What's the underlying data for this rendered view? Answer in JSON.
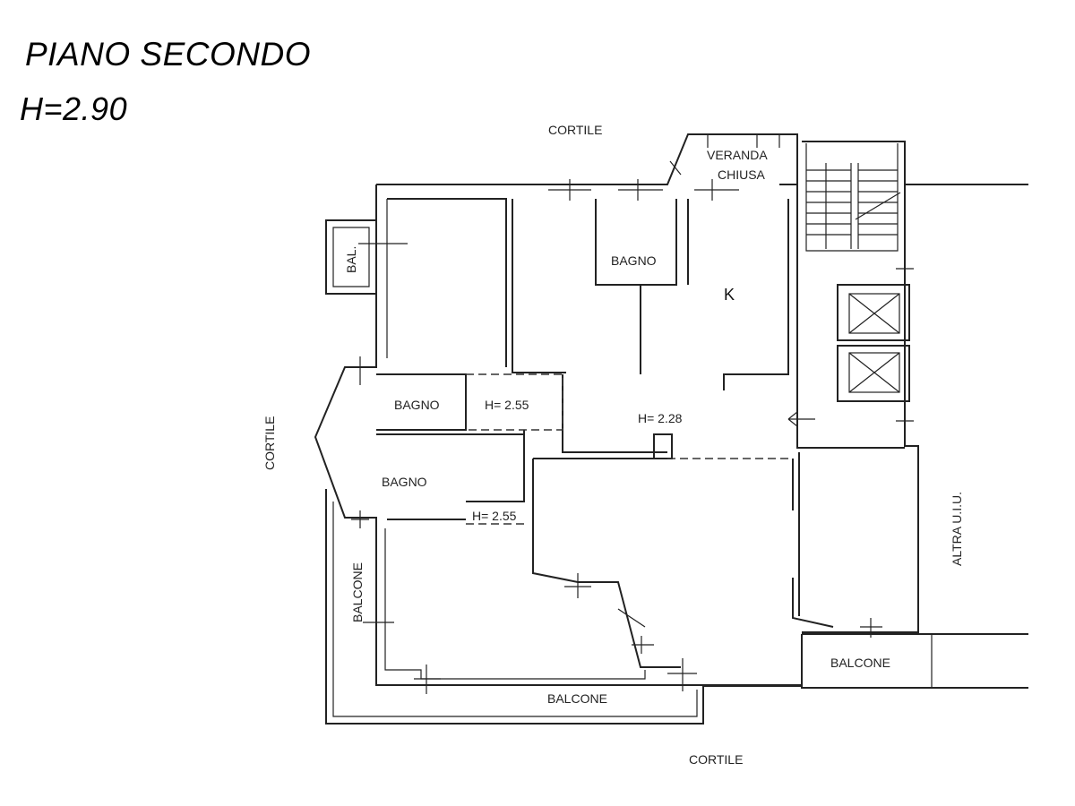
{
  "title": {
    "floor": "PIANO SECONDO",
    "height": "H=2.90"
  },
  "labels": {
    "cortile_top": "CORTILE",
    "cortile_left": "CORTILE",
    "cortile_bottom": "CORTILE",
    "veranda_1": "VERANDA",
    "veranda_2": "CHIUSA",
    "bal": "BAL.",
    "bagno_top": "BAGNO",
    "kitchen": "K",
    "bagno_mid": "BAGNO",
    "h255_a": "H= 2.55",
    "h228": "H= 2.28",
    "bagno_low": "BAGNO",
    "h255_b": "H= 2.55",
    "balcone_left": "BALCONE",
    "balcone_bottom": "BALCONE",
    "balcone_right": "BALCONE",
    "altra_uiu": "ALTRA U.I.U."
  }
}
